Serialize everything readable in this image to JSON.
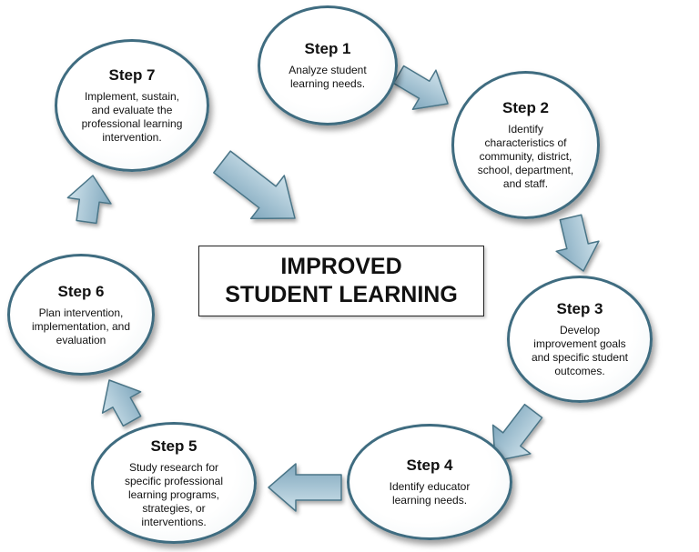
{
  "center": {
    "line1": "IMPROVED",
    "line2": "STUDENT LEARNING"
  },
  "steps": [
    {
      "title": "Step 1",
      "text": "Analyze student learning needs."
    },
    {
      "title": "Step 2",
      "text": "Identify characteristics of community, district, school, department, and staff."
    },
    {
      "title": "Step 3",
      "text": "Develop improvement goals and specific student outcomes."
    },
    {
      "title": "Step 4",
      "text": "Identify educator learning needs."
    },
    {
      "title": "Step 5",
      "text": "Study research for specific professional learning programs, strategies, or interventions."
    },
    {
      "title": "Step 6",
      "text": "Plan intervention, implementation, and evaluation"
    },
    {
      "title": "Step 7",
      "text": "Implement, sustain, and evaluate the professional learning intervention."
    }
  ],
  "colors": {
    "arrow_fill_light": "#c4dbe6",
    "arrow_fill_dark": "#84aac0",
    "arrow_stroke": "#4a7487",
    "circle_border": "#3f6c80"
  }
}
